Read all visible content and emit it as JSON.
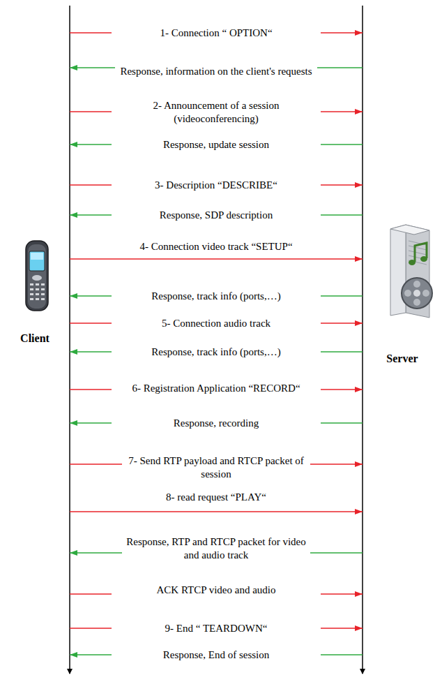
{
  "diagram": {
    "nodes": [
      {
        "text": [
          "Client"
        ]
      },
      {
        "text": [
          "Server"
        ]
      }
    ],
    "edges": [
      {
        "from": 0,
        "to": 1,
        "arrow": "to",
        "label": "1- Connection “ OPTION“"
      },
      {
        "from": 1,
        "to": 0,
        "arrow": "to",
        "label": "Response, information on the client's requests"
      },
      {
        "from": 0,
        "to": 1,
        "arrow": "to",
        "label": "2- Announcement of a session (videoconferencing)"
      },
      {
        "from": 1,
        "to": 0,
        "arrow": "to",
        "label": "Response, update session"
      },
      {
        "from": 0,
        "to": 1,
        "arrow": "to",
        "label": "3- Description “DESCRIBE“"
      },
      {
        "from": 1,
        "to": 0,
        "arrow": "to",
        "label": "Response, SDP description"
      },
      {
        "from": 0,
        "to": 1,
        "arrow": "to",
        "label": "4- Connection video track “SETUP“"
      },
      {
        "from": 1,
        "to": 0,
        "arrow": "to",
        "label": "Response, track info (ports,…)"
      },
      {
        "from": 0,
        "to": 1,
        "arrow": "to",
        "label": "5- Connection audio track"
      },
      {
        "from": 1,
        "to": 0,
        "arrow": "to",
        "label": "Response, track info (ports,…)"
      },
      {
        "from": 0,
        "to": 1,
        "arrow": "to",
        "label": "6- Registration Application “RECORD“"
      },
      {
        "from": 1,
        "to": 0,
        "arrow": "to",
        "label": "Response, recording"
      },
      {
        "from": 0,
        "to": 1,
        "arrow": "to",
        "label": "7- Send RTP payload and RTCP packet of session"
      },
      {
        "from": 0,
        "to": 1,
        "arrow": "to",
        "label": "8- read request “PLAY“"
      },
      {
        "from": 1,
        "to": 0,
        "arrow": "to",
        "label": "Response, RTP and RTCP packet for video and audio track"
      },
      {
        "from": 0,
        "to": 1,
        "arrow": "to",
        "label": "ACK RTCP video and audio"
      },
      {
        "from": 0,
        "to": 1,
        "arrow": "to",
        "label": "9- End “ TEARDOWN“"
      },
      {
        "from": 1,
        "to": 0,
        "arrow": "to",
        "label": "Response, End of session"
      }
    ]
  }
}
